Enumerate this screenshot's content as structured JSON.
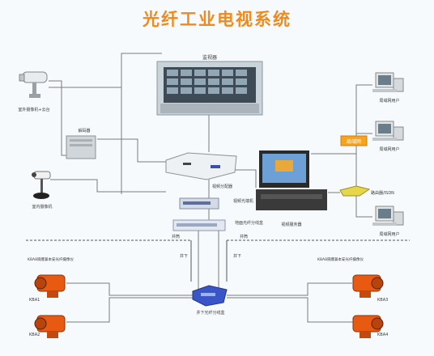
{
  "title": "光纤工业电视系统",
  "colors": {
    "title": "#f08a1c",
    "line": "#7a7a7a",
    "network_badge": "#f5a41c",
    "underground_camera": "#e85a12"
  },
  "labels": {
    "monitor_wall": "监视器",
    "outdoor_camera": "室外摄像机+云台",
    "decoder": "解码器",
    "indoor_camera": "室内摄像机",
    "video_switch": "视频分配器",
    "video_optical_transceiver": "视频光端机",
    "surface_optical_splitter": "地面光纤分线盒",
    "workstation": "视频服务器",
    "lan_badge": "局域网",
    "lan_user_1": "局域网用户",
    "lan_user_2": "局域网用户",
    "lan_user_3": "局域网用户",
    "router": "路由器/ISDN",
    "shaft_left": "井筒",
    "shaft_right": "井筒",
    "downhole_left": "井下",
    "downhole_right": "井下",
    "explosion_camera_left": "KBA8隔爆兼本安光纤摄像仪",
    "explosion_camera_right": "KBA8隔爆兼本安光纤摄像仪",
    "downhole_splitter": "井下光纤分线盒",
    "cam_kba1": "KBA1",
    "cam_kba2": "KBA2",
    "cam_kba3": "KBA3",
    "cam_kba4": "KBA4"
  }
}
